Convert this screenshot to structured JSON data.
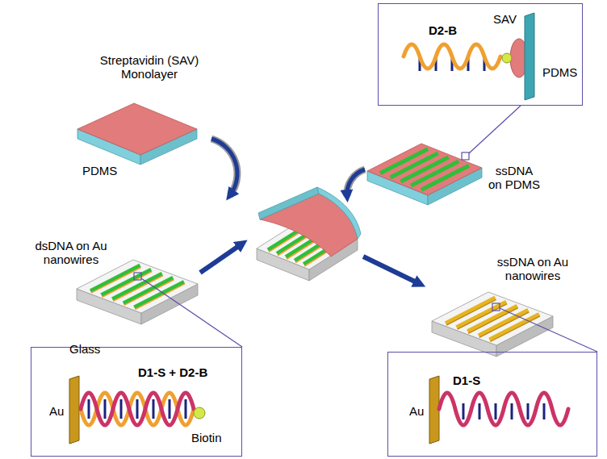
{
  "diagram": {
    "nodes": [
      {
        "text": [
          "D2-B",
          "SAV",
          "PDMS"
        ]
      },
      {
        "text": [
          "D1-S + D2-B",
          "Au",
          "Biotin"
        ]
      },
      {
        "text": [
          "D1-S",
          "Au"
        ]
      }
    ],
    "labels": [
      "Streptavidin (SAV) Monolayer",
      "PDMS",
      "ssDNA on PDMS",
      "dsDNA on Au nanowires",
      "ssDNA on Au nanowires",
      "Glass"
    ]
  }
}
